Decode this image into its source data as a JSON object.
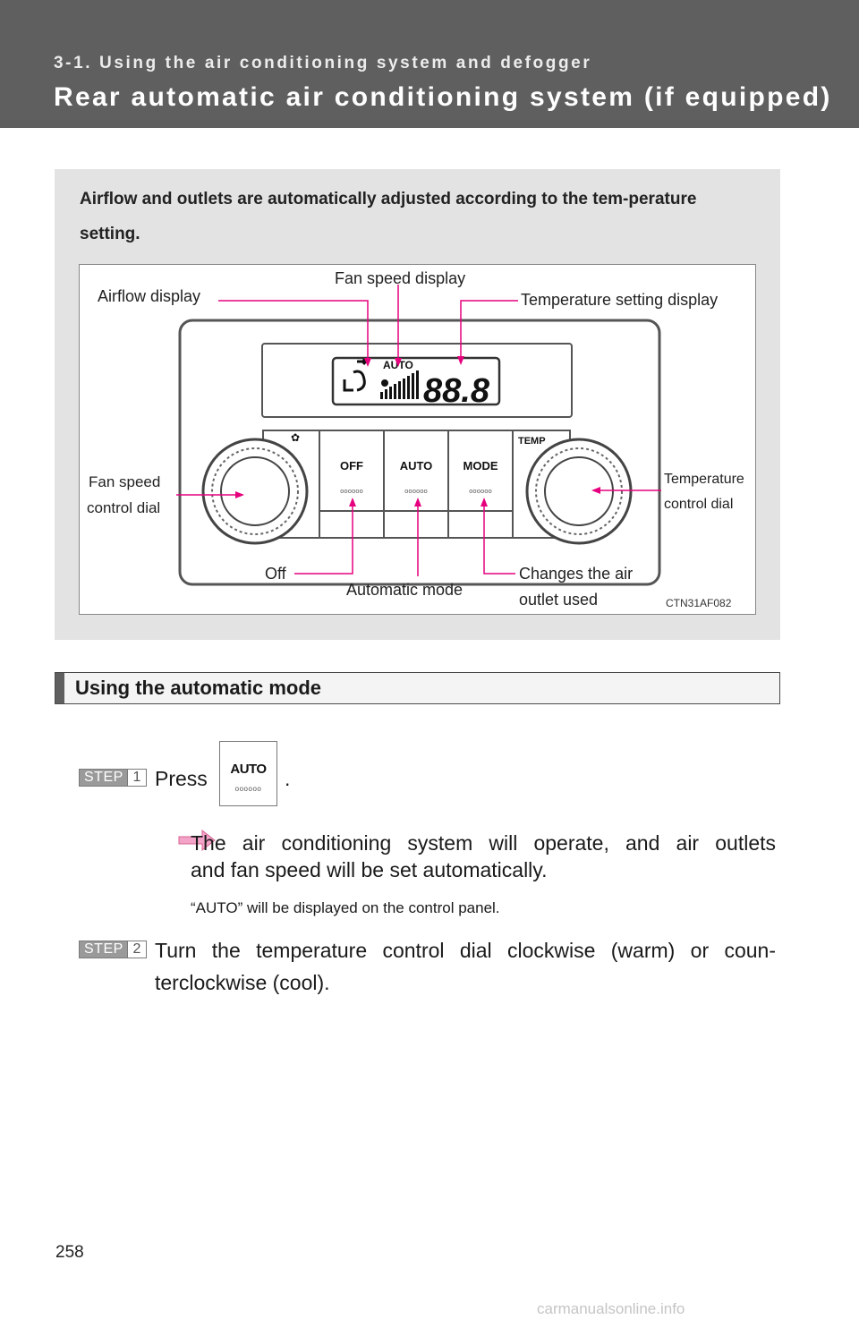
{
  "header": {
    "section": "3-1. Using the air conditioning system and defogger",
    "title": "Rear automatic air conditioning system (if equipped)"
  },
  "intro": "Airflow and outlets are automatically adjusted according to the tem-perature setting.",
  "figure": {
    "labels": {
      "airflow_display": "Airflow display",
      "fan_speed_display": "Fan speed display",
      "temperature_setting_display": "Temperature setting display",
      "fan_speed_control_dial_1": "Fan speed",
      "fan_speed_control_dial_2": "control dial",
      "temperature_control_dial_1": "Temperature",
      "temperature_control_dial_2": "control dial",
      "off": "Off",
      "automatic_mode": "Automatic mode",
      "changes_air_outlet_1": "Changes the air",
      "changes_air_outlet_2": "outlet used"
    },
    "panel": {
      "display_auto": "AUTO",
      "display_temp": "88.8",
      "btn_off": "OFF",
      "btn_auto": "AUTO",
      "btn_mode": "MODE",
      "temp_label": "TEMP"
    },
    "code": "CTN31AF082"
  },
  "section": {
    "heading": "Using the automatic mode"
  },
  "steps": [
    {
      "badge": "STEP",
      "number": "1",
      "text_before": "Press",
      "button_label": "AUTO",
      "text_after": "."
    },
    {
      "badge": "STEP",
      "number": "2",
      "line1": "Turn the temperature control dial clockwise (warm) or coun-",
      "line2": "terclockwise (cool)."
    }
  ],
  "result": {
    "line1": "The air conditioning system will operate, and air outlets",
    "line2": "and fan speed will be set automatically.",
    "note": "“AUTO” will be displayed on the control panel."
  },
  "colors": {
    "header_bg": "#5f5f5f",
    "panel_bg": "#e3e3e3",
    "callout_line": "#e6007e",
    "note_arrow": "#f4a3c8"
  },
  "page_number": "258",
  "watermark": "carmanualsonline.info"
}
